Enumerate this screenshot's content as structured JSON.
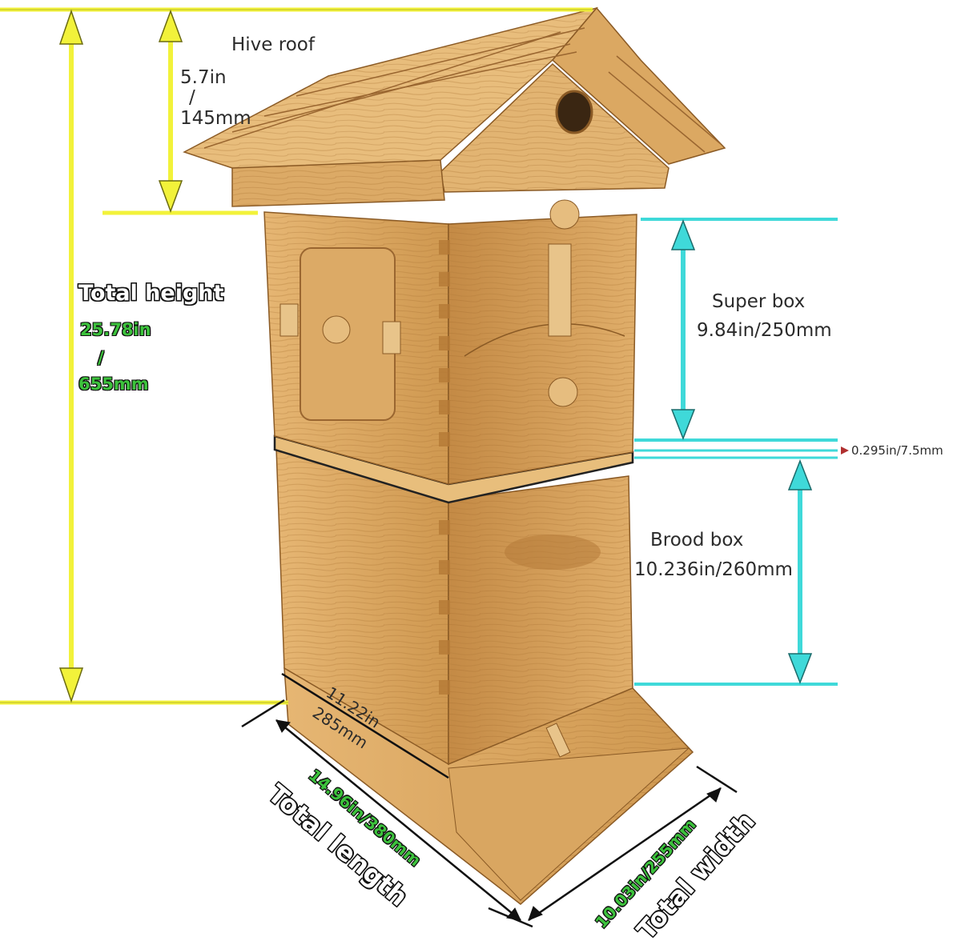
{
  "colors": {
    "yellow_dimension": "#f2f23a",
    "cyan_dimension": "#3fd9d9",
    "wood_light": "#e3b36f",
    "wood_mid": "#cf9a52",
    "wood_dark": "#a8702f",
    "text": "#2b2b2b",
    "green_text": "#3cc23c"
  },
  "labels": {
    "hive_roof": "Hive roof",
    "roof_in": "5.7in",
    "roof_sep": "/",
    "roof_mm": "145mm",
    "total_height": "Total height",
    "height_in": "25.78in",
    "height_sep": "/",
    "height_mm": "655mm",
    "super_box": "Super box",
    "super_dim": "9.84in/250mm",
    "gap_dim": "0.295in/7.5mm",
    "brood_box": "Brood box",
    "brood_dim": "10.236in/260mm",
    "inner_in": "11.22in",
    "inner_mm": "285mm",
    "length_dim": "14.96in/380mm",
    "total_length": "Total length",
    "width_dim": "10.03in/255mm",
    "total_width": "Total width"
  }
}
